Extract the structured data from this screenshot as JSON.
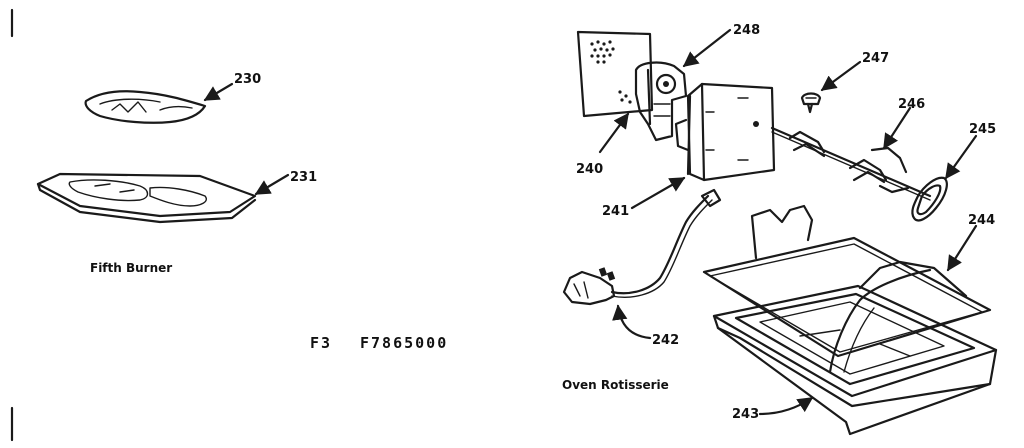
{
  "parts": {
    "p230": "230",
    "p231": "231",
    "p240": "240",
    "p241": "241",
    "p242": "242",
    "p243": "243",
    "p244": "244",
    "p245": "245",
    "p246": "246",
    "p247": "247",
    "p248": "248"
  },
  "captions": {
    "fifth_burner": "Fifth Burner",
    "oven_rotisserie": "Oven Rotisserie"
  },
  "figure": {
    "section": "F3",
    "model": "F7865000"
  }
}
